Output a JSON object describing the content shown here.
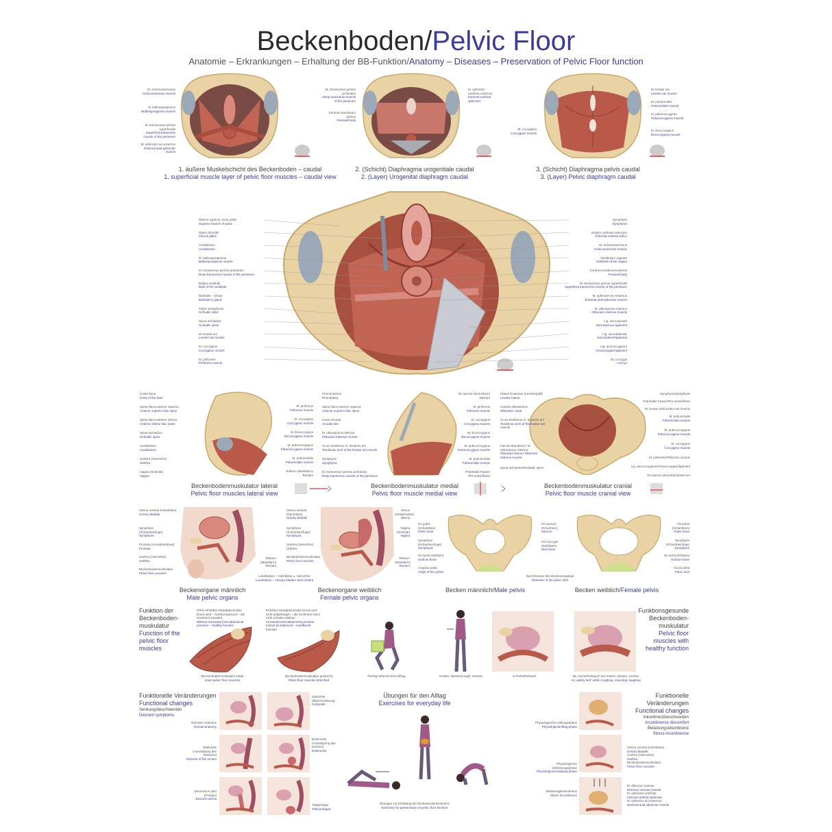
{
  "title": {
    "de": "Beckenboden/",
    "en": "Pelvic Floor"
  },
  "subtitle": {
    "de": "Anatomie – Erkrankungen – Erhaltung der BB-Funktion/",
    "en": "Anatomy – Diseases – Preservation of Pelvic Floor function"
  },
  "top_row": [
    {
      "de": "1. äußere Muskelschicht des Beckenboden – caudal",
      "en": "1. superficial muscle layer of pelvic floor muscles – caudal view"
    },
    {
      "de": "2. (Schicht) Diaphragma urogenitale caudal",
      "en": "2. (Layer) Urogenital diaphragm caudal"
    },
    {
      "de": "3. (Schicht) Diaphragma pelvis caudal",
      "en": "3. (Layer) Pelvic diaphragm caudal"
    }
  ],
  "top_labels": {
    "fig1_left": [
      {
        "de": "M. ischiocavernosus",
        "en": "Ischiocavernous muscle"
      },
      {
        "de": "M. bulbospongiosus",
        "en": "Bulbospongiosus muscle"
      },
      {
        "de": "M. transversus perinei superficialis",
        "en": "Superficial transverse muscle of the perineum"
      },
      {
        "de": "M. sphincter ani externus",
        "en": "External anal sphincter muscle"
      }
    ],
    "fig2_left": [
      {
        "de": "M. transversus perinei profundus",
        "en": "Deep transverse muscle of the perineum"
      },
      {
        "de": "Centrum tendineum perinei",
        "en": "Perineal body"
      }
    ],
    "fig2_right": [
      {
        "de": "M. sphincter urethrae externus",
        "en": "External urethral sphincter"
      }
    ],
    "fig3_left": [
      {
        "de": "M. coccygeus",
        "en": "Coccygeus muscle"
      }
    ],
    "fig3_right": [
      {
        "de": "M. levator ani",
        "en": "Levator ani muscle"
      },
      {
        "de": "M. puborectalis",
        "en": "Puborectalis muscle"
      },
      {
        "de": "M. pubococcygeus",
        "en": "Pubococcygeus muscle"
      },
      {
        "de": "M. iliococcygeus",
        "en": "Iliococcygeus muscle"
      }
    ]
  },
  "main_labels": {
    "left": [
      {
        "de": "Ramus superior ossis pubis",
        "en": "Superior branch of pubis"
      },
      {
        "de": "Glans clitoridis",
        "en": "Clitoral glans"
      },
      {
        "de": "Acetabulum",
        "en": "Acetabulum"
      },
      {
        "de": "M. bulbospongiosus",
        "en": "Bulbospongiosus muscle"
      },
      {
        "de": "M. transversus perinei profundus",
        "en": "Deep transverse muscle of the perineum"
      },
      {
        "de": "Bulbus vestibuli",
        "en": "Bulb of the vestibule"
      },
      {
        "de": "Bartholin – Drüse",
        "en": "Bartholin's gland"
      },
      {
        "de": "Tuber ischiadicum",
        "en": "Ischiadic tuber"
      },
      {
        "de": "Spina ischiadica",
        "en": "Ischiadic spine"
      },
      {
        "de": "M. levator ani",
        "en": "Levator ani muscle"
      },
      {
        "de": "M. coccygeus",
        "en": "Coccygeus muscle"
      },
      {
        "de": "M. piriformis",
        "en": "Piriformis muscle"
      }
    ],
    "right": [
      {
        "de": "Symphyse",
        "en": "Symphysis"
      },
      {
        "de": "Ostium urethrae externum",
        "en": "External urethral orifice"
      },
      {
        "de": "M. ischiocavernosus",
        "en": "Ischiocavernous muscle"
      },
      {
        "de": "Vestibulum vaginae",
        "en": "Vestibule of the vagina"
      },
      {
        "de": "Centrum tendineum perinei",
        "en": "Perineal body"
      },
      {
        "de": "M. transversus perinei superficialis",
        "en": "Superficial transverse muscle of the perineum"
      },
      {
        "de": "M. sphincter ani externus",
        "en": "External anal sphincter muscle"
      },
      {
        "de": "M. obturatorius internus",
        "en": "Obturator internus muscle"
      },
      {
        "de": "Lig. sacrospinale",
        "en": "Sacrospinous ligament"
      },
      {
        "de": "Lig. sacrotuberale",
        "en": "Sacrotuberal ligament"
      },
      {
        "de": "Lig. anococcygeum",
        "en": "Anococcygeal ligament"
      },
      {
        "de": "Os coccygis",
        "en": "Coccyx"
      }
    ]
  },
  "mid_row": [
    {
      "de": "Beckenbodenmuskulatur lateral",
      "en": "Pelvic floor muscles lateral view"
    },
    {
      "de": "Beckenbodenmuskulatur medial",
      "en": "Pelvic floor muscle medial view"
    },
    {
      "de": "Beckenbodenmuskulatur cranial",
      "en": "Pelvic floor muscle cranial view"
    }
  ],
  "organs_row": [
    {
      "de": "Beckenorgane männlich",
      "en": "Male pelvic organs"
    },
    {
      "de": "Beckenorgane weiblich",
      "en": "Female pelvic organs"
    },
    {
      "de": "Becken männlich/",
      "en": "Male pelvis"
    },
    {
      "de": "Becken weiblich/",
      "en": "Female pelvis"
    }
  ],
  "organs_labels": {
    "male_left": [
      {
        "de": "Vesica urinaria (Harnblase)",
        "en": "Urinary bladder"
      },
      {
        "de": "Symphyse (Schambeinfuge)",
        "en": "Symphysis"
      },
      {
        "de": "Prostata (Vorsteherdrüse)",
        "en": "Prostate"
      },
      {
        "de": "Urethra (Harnröhre)",
        "en": "Urethra"
      },
      {
        "de": "Beckenbodenmuskulatur",
        "en": "Pelvic floor muscles"
      }
    ],
    "male_right": [
      {
        "de": "Rektum (Mastdarm)",
        "en": "Rectum"
      }
    ],
    "male_note": "Lokalisation – Harnblase u. Harnröhre",
    "male_note_en": "Localisation – Urinary bladder and Urethra",
    "female_left": [
      {
        "de": "Vesica urinaria (Harnblase)",
        "en": "Urinary bladder"
      },
      {
        "de": "Symphyse (Schambeinfuge)",
        "en": "Symphysis"
      },
      {
        "de": "Urethra (Harnröhre)",
        "en": "Urethra"
      },
      {
        "de": "Beckenbodenmuskulatur",
        "en": "Pelvic floor muscles"
      }
    ],
    "female_right": [
      {
        "de": "Uterus (Gebärmutter)",
        "en": "Uterus"
      },
      {
        "de": "Vagina (Scheide)",
        "en": "Vagina"
      },
      {
        "de": "Rektum (Mastdarm)",
        "en": "Rectum"
      }
    ],
    "pelvis_left": [
      {
        "de": "Os pubis (Schambein)",
        "en": "Pubic bone"
      },
      {
        "de": "Symphyse (Schambeinfuge)",
        "en": "Symphysis"
      },
      {
        "de": "Os ischii (Sitzbein)",
        "en": "Ischium bone"
      },
      {
        "de": "Angulus pubis",
        "en": "Angle of the pubes"
      }
    ],
    "pelvis_mid": [
      {
        "de": "Os sacrum (Kreuzbein)",
        "en": "Sacrum"
      },
      {
        "de": "Os coccygis (Steißbein)",
        "en": "Bum bone"
      }
    ],
    "pelvis_note": {
      "de": "Durchmesser des Beckeneingangs",
      "en": "Diameter of the pelvic inlet"
    },
    "pelvis_right": [
      {
        "de": "Os pubis (Schambein)",
        "en": "Pubic bone"
      },
      {
        "de": "Symphyse (Schambeinfuge)",
        "en": "Symphysis"
      },
      {
        "de": "Os ischii (Sitzbein)",
        "en": "Ischium bone"
      },
      {
        "de": "Arcus pubis",
        "en": "Pubic arch"
      }
    ]
  },
  "function_left": {
    "de": [
      "Funktion der",
      "Beckenboden-",
      "muskulatur"
    ],
    "en": [
      "Function of the",
      "pelvic floor",
      "muscles"
    ]
  },
  "function_right": {
    "de": [
      "Funktionsgesunde",
      "Beckenboden-",
      "muskulatur"
    ],
    "en": [
      "Pelvic floor",
      "muscles with",
      "healthy function"
    ]
  },
  "function_captions": [
    {
      "de": "Beckenbodenmuskulatur intakt",
      "en": "Intact pelvic floor muscles"
    },
    {
      "de": "Beckenbodenmuskulatur gestreckt",
      "en": "Pelvic floor muscles stretched"
    },
    {
      "de": "Richtig heben/Correct lifting",
      "en": ""
    },
    {
      "de": "Husten, Niesen/Cough, Sneeze",
      "en": ""
    },
    {
      "de": "In Ruhe/Relaxed",
      "en": ""
    },
    {
      "de": "als „Sicherheitsgurt\" bei Husten, Niesen, Lachen",
      "en": "As „safety belt\" while coughing, sneezing, laughing"
    }
  ],
  "changes_left": {
    "de": "Funktionelle Veränderungen",
    "en": "Functional changes",
    "sub_de": "Senkungsbeschwerden",
    "sub_en": "Descent symptoms"
  },
  "changes_left_labels": [
    {
      "de": "Normale Anatomie",
      "en": "Normal anatomy"
    },
    {
      "de": "Zystozele (Blasensenkung)",
      "en": "Cystocele"
    },
    {
      "de": "Rektozele (Ausstülpung des Rektums)",
      "en": "Descent of the rectum"
    },
    {
      "de": "Enterozele (Ausstülpung des Darmes)",
      "en": "Enterocele"
    },
    {
      "de": "Deszensus uteri (Prolaps)",
      "en": "Descent uterus"
    },
    {
      "de": "Totalprolaps",
      "en": "Total prolapse"
    }
  ],
  "exercises": {
    "de": "Übungen für den Alltag",
    "en": "Exercises for everyday life",
    "cap_de": "Übungen zur Erhaltung der Beckenbodenkontinenz",
    "cap_en": "Exercises for preservation of pelvic floor function"
  },
  "changes_right": {
    "de": [
      "Funktionelle",
      "Veränderungen"
    ],
    "en": "Functional changes",
    "sub": [
      "Inkontinenzbeschwerden",
      "Incontinence discomfort",
      "Belastungsinkontinenz",
      "Stress incontinence"
    ]
  },
  "changes_right_labels": [
    {
      "de": "Physiologische Haltungsstatus",
      "en": "Physiological filling phase"
    },
    {
      "de": "Physiologische Entleerungsphase",
      "en": "Physiological emptying phase"
    },
    {
      "de": "Belastungsinkontinenz",
      "en": "Stress incontinence"
    }
  ],
  "colors": {
    "muscle": "#b9594a",
    "muscle_dark": "#8e3a30",
    "bone": "#e9d3a4",
    "bone_dark": "#c9a86b",
    "pink": "#e3a9a4",
    "accent": "#3b3b9a"
  }
}
